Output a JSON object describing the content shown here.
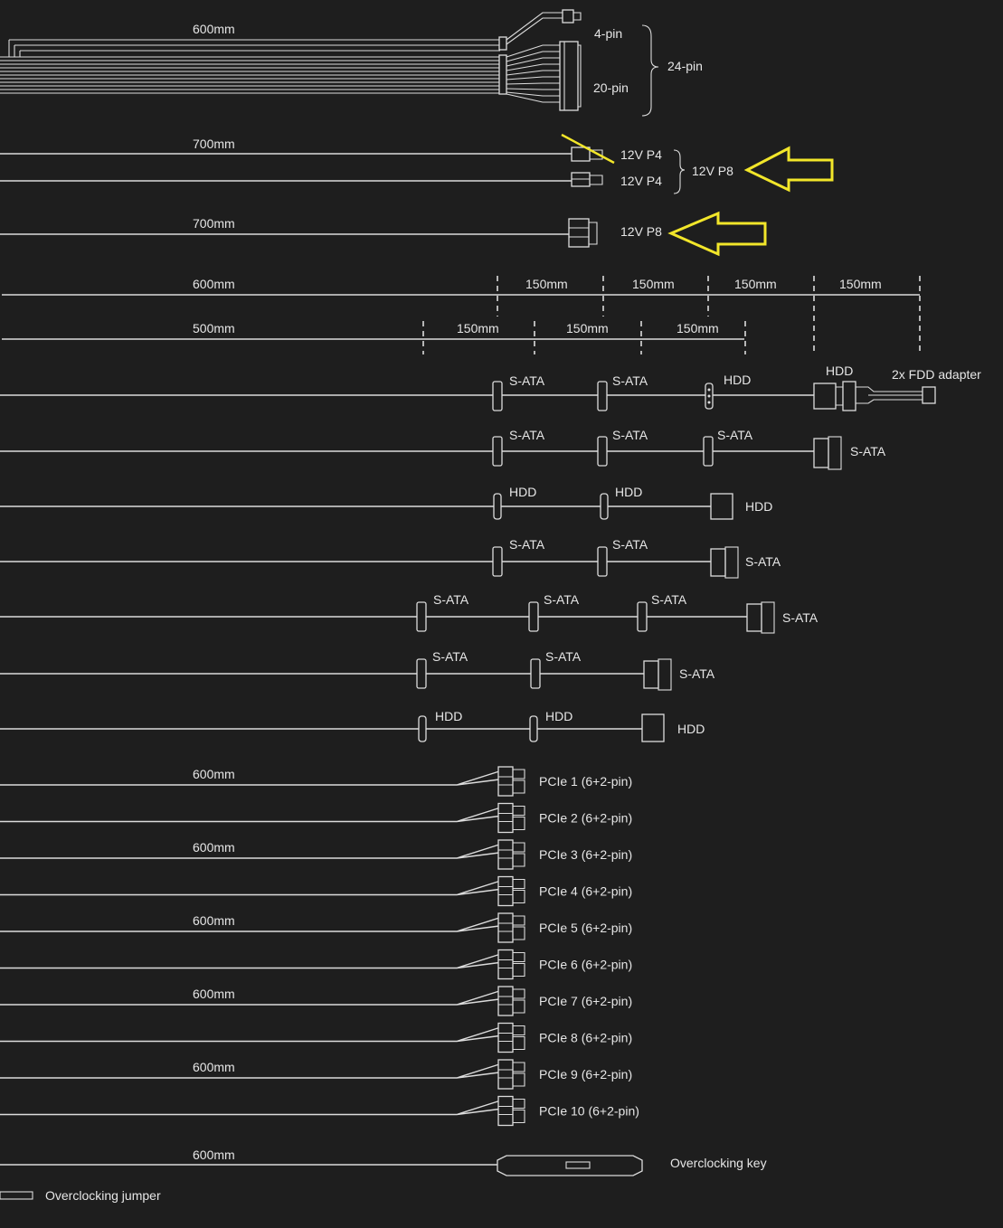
{
  "colors": {
    "background": "#1e1e1e",
    "line": "#dcdcdc",
    "text": "#e6e6e6",
    "highlight": "#f2e62a"
  },
  "atx": {
    "length": "600mm",
    "pin4": "4-pin",
    "pin20": "20-pin",
    "pin24": "24-pin"
  },
  "eps": {
    "length": "700mm",
    "p4a": "12V P4",
    "p4b": "12V P4",
    "p8": "12V P8"
  },
  "eps2": {
    "length": "700mm",
    "p8": "12V P8"
  },
  "scale_a": {
    "length": "600mm",
    "segments": [
      "150mm",
      "150mm",
      "150mm",
      "150mm"
    ]
  },
  "scale_b": {
    "length": "500mm",
    "segments": [
      "150mm",
      "150mm",
      "150mm"
    ]
  },
  "periph": {
    "r1": {
      "c1": "S-ATA",
      "c2": "S-ATA",
      "c3": "HDD",
      "c4": "HDD",
      "c5": "2x FDD adapter"
    },
    "r2": {
      "c1": "S-ATA",
      "c2": "S-ATA",
      "c3": "S-ATA",
      "end": "S-ATA"
    },
    "r3": {
      "c1": "HDD",
      "c2": "HDD",
      "end": "HDD"
    },
    "r4": {
      "c1": "S-ATA",
      "c2": "S-ATA",
      "end": "S-ATA"
    },
    "r5": {
      "c1": "S-ATA",
      "c2": "S-ATA",
      "c3": "S-ATA",
      "end": "S-ATA"
    },
    "r6": {
      "c1": "S-ATA",
      "c2": "S-ATA",
      "end": "S-ATA"
    },
    "r7": {
      "c1": "HDD",
      "c2": "HDD",
      "end": "HDD"
    }
  },
  "pcie": {
    "lengths": [
      "600mm",
      "600mm",
      "600mm",
      "600mm",
      "600mm"
    ],
    "labels": [
      "PCIe 1 (6+2-pin)",
      "PCIe 2 (6+2-pin)",
      "PCIe 3 (6+2-pin)",
      "PCIe 4 (6+2-pin)",
      "PCIe 5 (6+2-pin)",
      "PCIe 6 (6+2-pin)",
      "PCIe 7 (6+2-pin)",
      "PCIe 8 (6+2-pin)",
      "PCIe 9 (6+2-pin)",
      "PCIe 10 (6+2-pin)"
    ]
  },
  "oc": {
    "length": "600mm",
    "key": "Overclocking key",
    "jumper": "Overclocking jumper"
  }
}
